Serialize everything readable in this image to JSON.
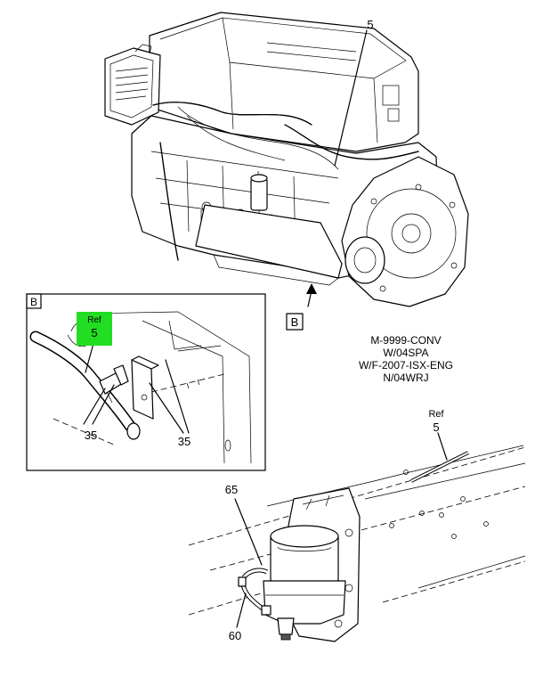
{
  "callouts": {
    "top_ref": "5",
    "detail_ref_label": "Ref",
    "detail_ref_number": "5",
    "detail_left": "35",
    "detail_right": "35",
    "bottom_ref_label": "Ref",
    "bottom_ref_number": "5",
    "bottom_65": "65",
    "bottom_60": "60"
  },
  "view_markers": {
    "detail_box": "B",
    "view_arrow": "B"
  },
  "notes": {
    "line1": "M-9999-CONV",
    "line2": "W/04SPA",
    "line3": "W/F-2007-ISX-ENG",
    "line4": "N/04WRJ"
  },
  "colors": {
    "highlight": "#22dd22",
    "ink": "#000000"
  }
}
